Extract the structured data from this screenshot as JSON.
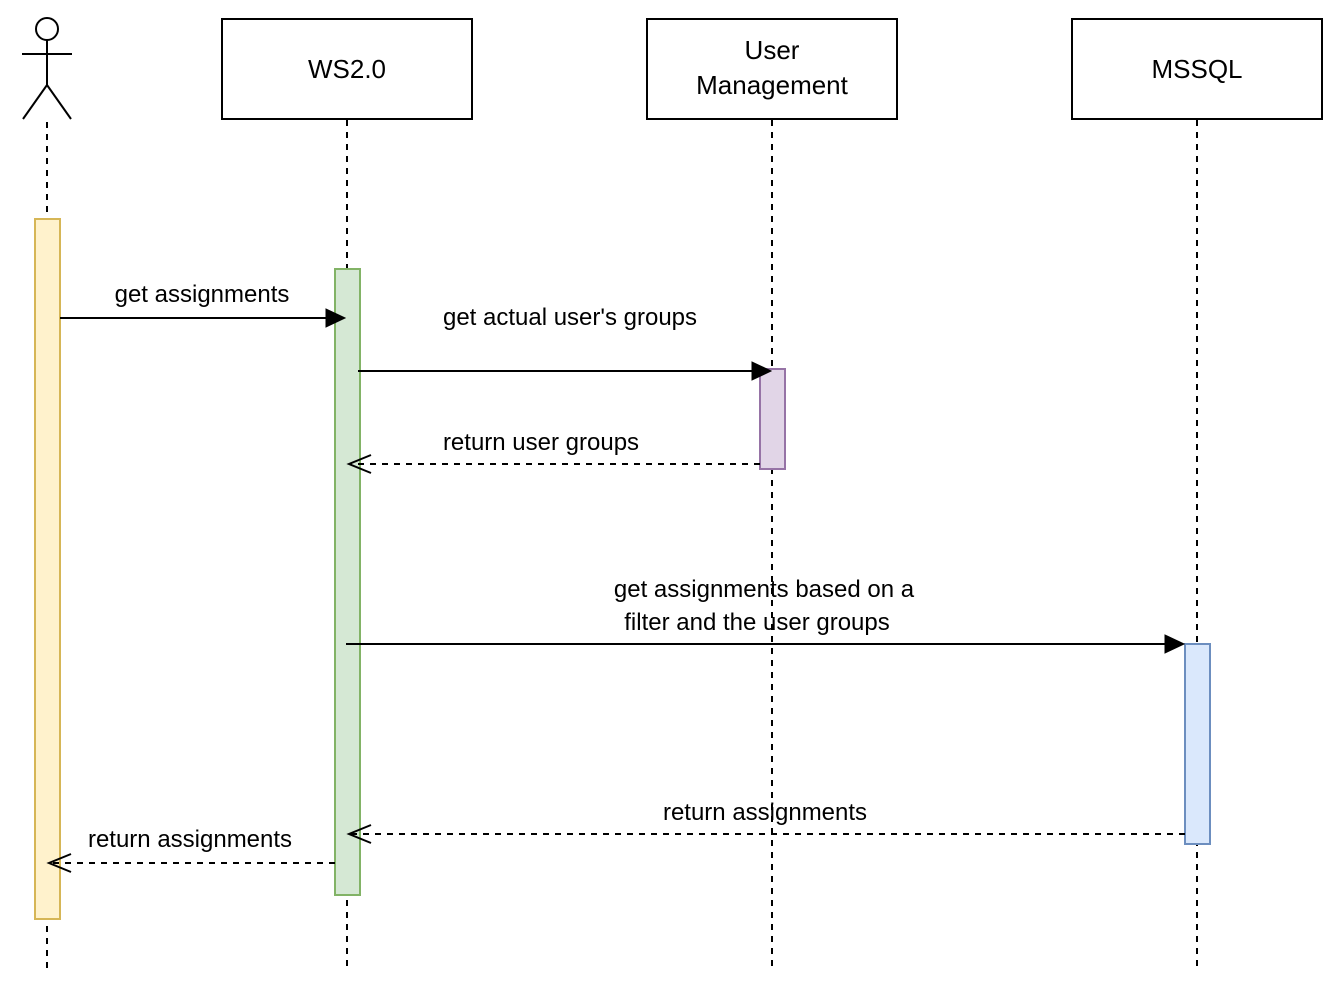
{
  "participants": [
    {
      "id": "user",
      "label": ""
    },
    {
      "id": "ws",
      "label": "WS2.0"
    },
    {
      "id": "um",
      "label_lines": [
        "User",
        "Management"
      ]
    },
    {
      "id": "db",
      "label": "MSSQL"
    }
  ],
  "colors": {
    "user_activation_fill": "#fff2cc",
    "user_activation_stroke": "#d6b656",
    "ws_activation_fill": "#d5e8d4",
    "ws_activation_stroke": "#82b366",
    "um_activation_fill": "#e1d5e7",
    "um_activation_stroke": "#9673a6",
    "db_activation_fill": "#dae8fc",
    "db_activation_stroke": "#6c8ebf"
  },
  "messages": {
    "m1": {
      "label": "get assignments",
      "type": "sync"
    },
    "m2": {
      "label": "get actual user's groups",
      "type": "sync"
    },
    "m3": {
      "label": "return user groups",
      "type": "return"
    },
    "m4": {
      "label_lines": [
        "get assignments based on a",
        "filter and the user groups"
      ],
      "type": "sync"
    },
    "m5": {
      "label": "return assignments",
      "type": "return"
    },
    "m6": {
      "label": "return assignments",
      "type": "return"
    }
  }
}
